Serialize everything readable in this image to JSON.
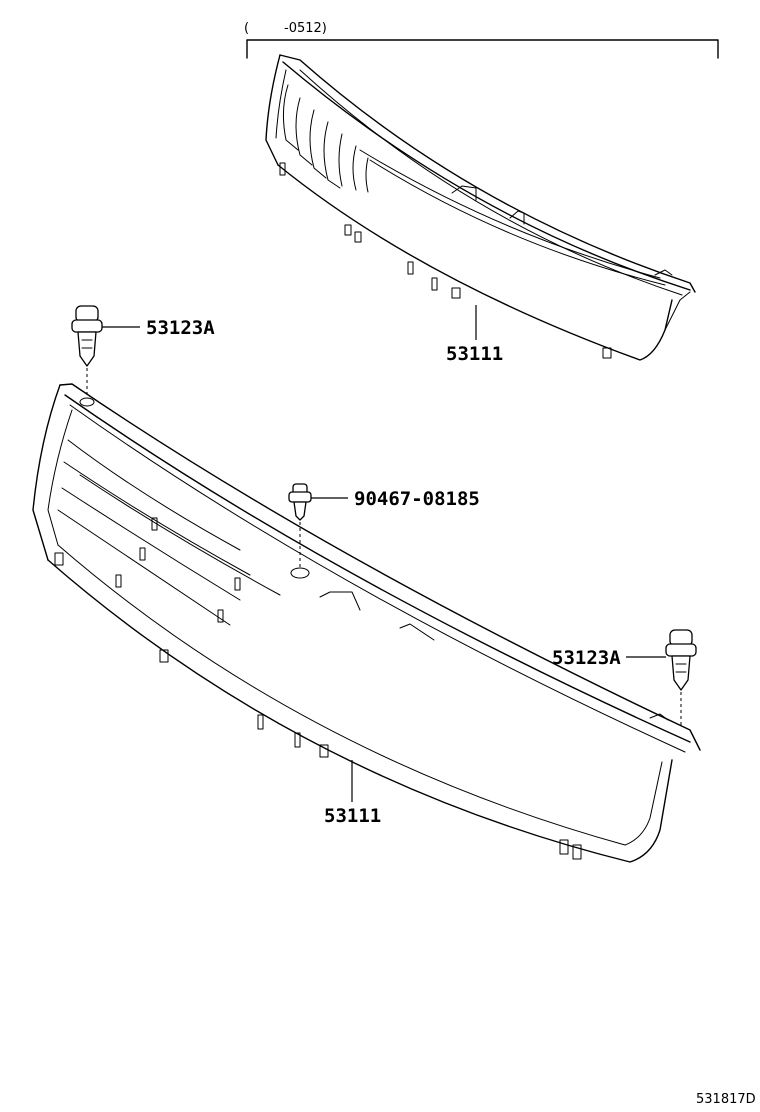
{
  "production_range": {
    "open_paren": "(",
    "range_text": "-0512)"
  },
  "callouts": {
    "upper_grille": "53111",
    "clip_upper_left": "53123A",
    "bolt_center": "90467-08185",
    "clip_right": "53123A",
    "lower_grille": "53111"
  },
  "diagram_id": "531817D"
}
